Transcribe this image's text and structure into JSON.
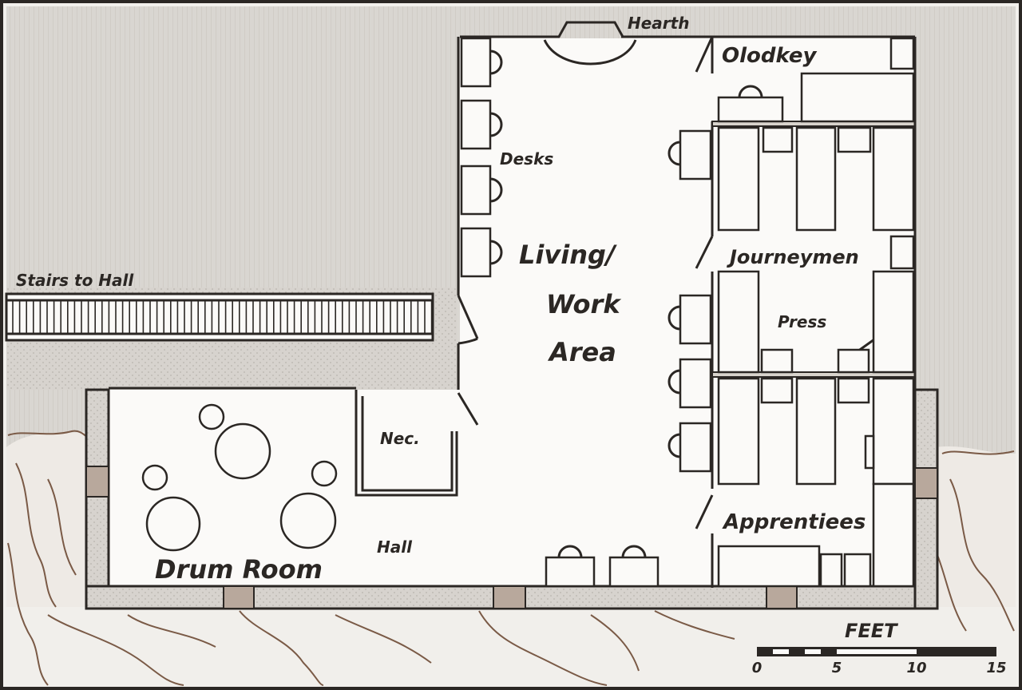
{
  "labels": {
    "hearth": "Hearth",
    "oldkey": "Olodkey",
    "desks": "Desks",
    "living_work_area": [
      "Living/",
      "Work",
      "Area"
    ],
    "stairs_to_hall": "Stairs to Hall",
    "journeymen": "Journeymen",
    "press": "Press",
    "nec": "Nec.",
    "hall": "Hall",
    "apprentices": "Apprentiees",
    "drum_room": "Drum Room"
  },
  "scale": {
    "title": "FEET",
    "ticks": [
      "0",
      "5",
      "10",
      "15"
    ]
  },
  "colors": {
    "ink": "#2b2724",
    "wall_fill": "#d8d3cc",
    "floor": "#fbfaf8",
    "rock": "#7a5a46",
    "door": "#b8a89c"
  }
}
